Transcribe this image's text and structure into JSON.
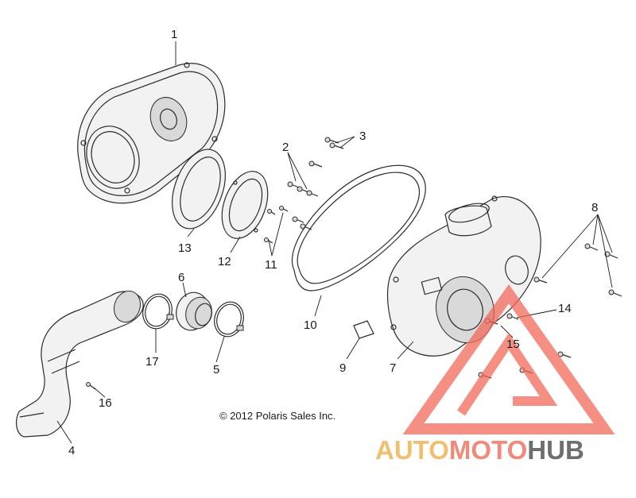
{
  "diagram": {
    "callouts": [
      {
        "id": "1",
        "label": "1"
      },
      {
        "id": "2",
        "label": "2"
      },
      {
        "id": "3",
        "label": "3"
      },
      {
        "id": "4",
        "label": "4"
      },
      {
        "id": "5",
        "label": "5"
      },
      {
        "id": "6",
        "label": "6"
      },
      {
        "id": "7",
        "label": "7"
      },
      {
        "id": "8",
        "label": "8"
      },
      {
        "id": "9",
        "label": "9"
      },
      {
        "id": "10",
        "label": "10"
      },
      {
        "id": "11",
        "label": "11"
      },
      {
        "id": "12",
        "label": "12"
      },
      {
        "id": "13",
        "label": "13"
      },
      {
        "id": "14",
        "label": "14"
      },
      {
        "id": "15",
        "label": "15"
      },
      {
        "id": "16",
        "label": "16"
      },
      {
        "id": "17",
        "label": "17"
      }
    ],
    "copyright": "© 2012 Polaris Sales Inc."
  },
  "watermark": {
    "brand_auto": "AUTO",
    "brand_moto": "MOTO",
    "brand_hub": "HUB",
    "color_auto": "#f0c070",
    "color_moto": "#f08a7a",
    "color_hub": "#6f6f6f",
    "logo_color": "#f26a5c"
  }
}
